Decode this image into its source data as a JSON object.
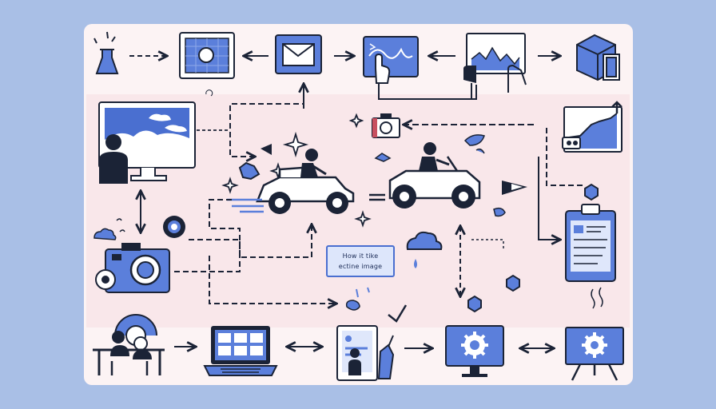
{
  "diagram": {
    "center_label": {
      "line1": "How it tike",
      "line2": "ectine image"
    },
    "colors": {
      "background": "#a9bfe6",
      "card": "#fcf3f4",
      "accent": "#5b7fdb",
      "stroke": "#1b2336",
      "highlight_band": "#f6dde2"
    },
    "nodes": [
      {
        "id": "flask",
        "icon": "flask-icon"
      },
      {
        "id": "image-frame",
        "icon": "image-frame-icon"
      },
      {
        "id": "envelope",
        "icon": "envelope-icon"
      },
      {
        "id": "touch-screen",
        "icon": "touch-screen-icon"
      },
      {
        "id": "hands-chart",
        "icon": "hands-holding-chart-icon"
      },
      {
        "id": "cube",
        "icon": "cube-icon"
      },
      {
        "id": "desktop-monitor",
        "icon": "desktop-monitor-icon"
      },
      {
        "id": "camera-small",
        "icon": "camera-icon"
      },
      {
        "id": "chart-growth",
        "icon": "growth-chart-icon"
      },
      {
        "id": "atv-rider-left",
        "icon": "atv-rider-icon"
      },
      {
        "id": "atv-rider-right",
        "icon": "atv-rider-icon"
      },
      {
        "id": "camera-large",
        "icon": "camera-icon"
      },
      {
        "id": "cloud",
        "icon": "cloud-icon"
      },
      {
        "id": "clipboard",
        "icon": "clipboard-icon"
      },
      {
        "id": "person-at-desk",
        "icon": "person-at-desk-icon"
      },
      {
        "id": "laptop",
        "icon": "laptop-icon"
      },
      {
        "id": "tablet-user",
        "icon": "tablet-user-icon"
      },
      {
        "id": "gear-monitor",
        "icon": "gear-monitor-icon"
      },
      {
        "id": "gear-screen",
        "icon": "gear-screen-icon"
      }
    ]
  }
}
